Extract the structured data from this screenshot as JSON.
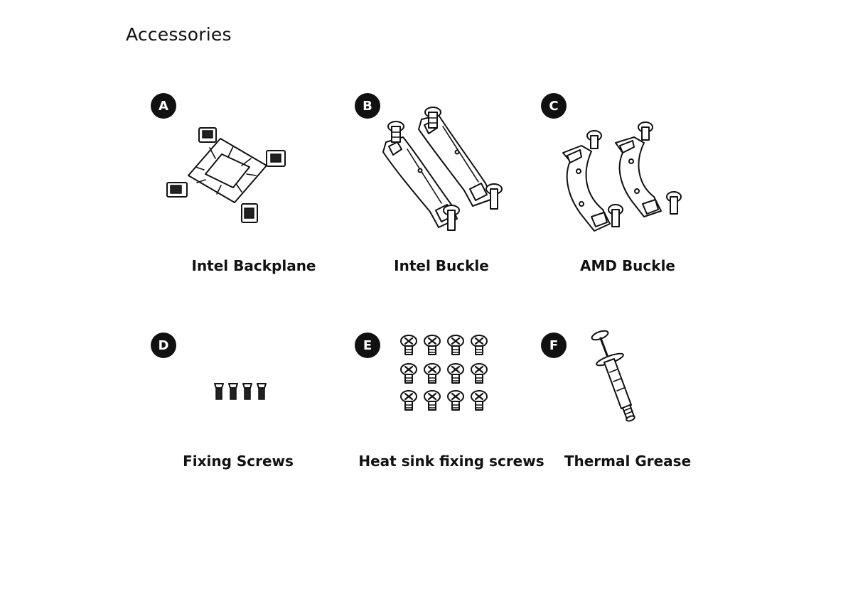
{
  "page": {
    "title": "Accessories"
  },
  "items": [
    {
      "letter": "A",
      "label": "Intel Backplane",
      "icon": "intel-backplane-icon"
    },
    {
      "letter": "B",
      "label": "Intel Buckle",
      "icon": "intel-buckle-icon"
    },
    {
      "letter": "C",
      "label": "AMD Buckle",
      "icon": "amd-buckle-icon"
    },
    {
      "letter": "D",
      "label": "Fixing Screws",
      "icon": "fixing-screws-icon"
    },
    {
      "letter": "E",
      "label": "Heat sink fixing screws",
      "icon": "heat-sink-screws-icon"
    },
    {
      "letter": "F",
      "label": "Thermal Grease",
      "icon": "thermal-grease-syringe-icon"
    }
  ]
}
